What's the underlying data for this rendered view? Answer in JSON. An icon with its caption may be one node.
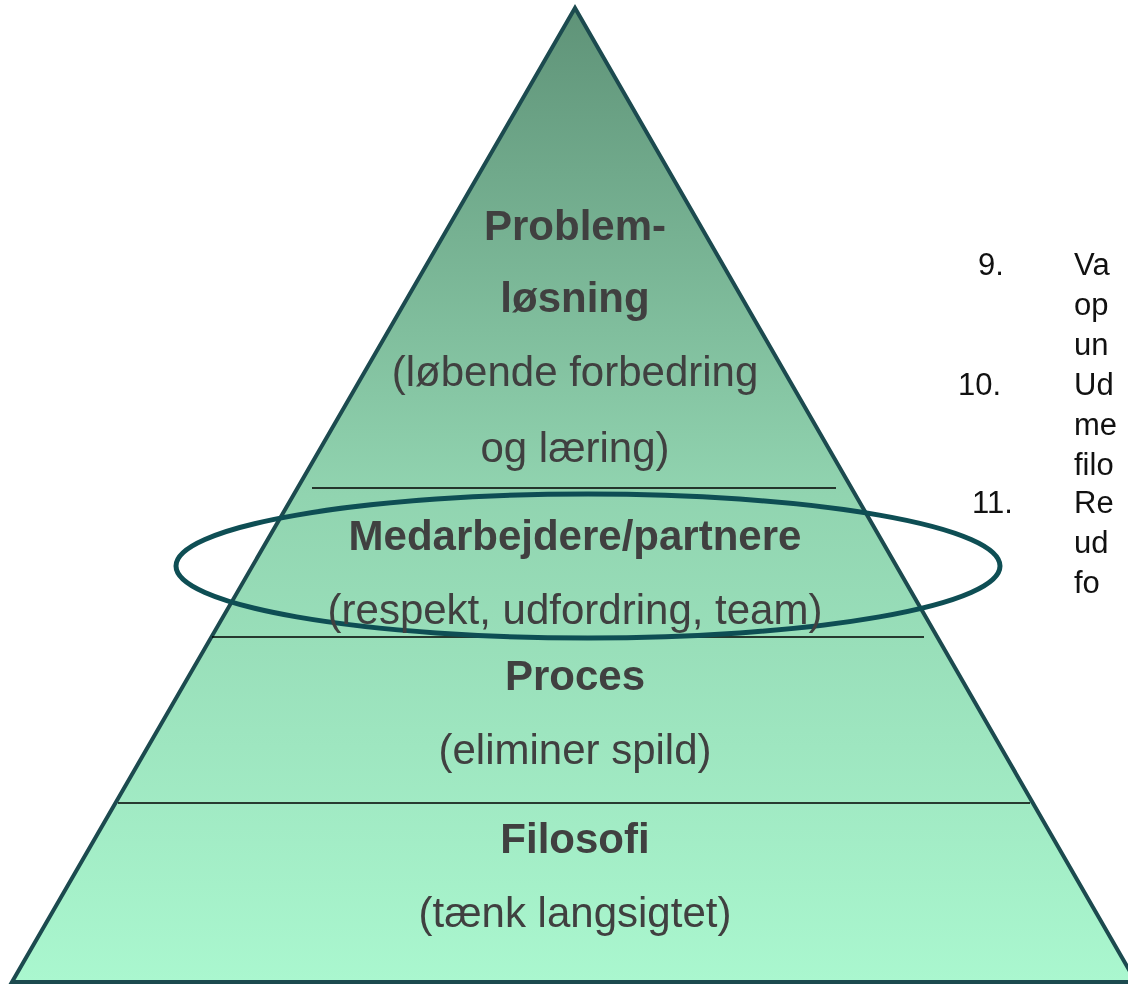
{
  "diagram": {
    "nodes": [
      {
        "text": [
          "Problem- løsning",
          "(løbende forbedring og læring)"
        ]
      },
      {
        "text": [
          "Medarbejdere/partnere",
          "(respekt, udfordring, team)"
        ]
      },
      {
        "text": [
          "Proces",
          "(eliminer spild)"
        ]
      },
      {
        "text": [
          "Filosofi",
          "(tænk langsigtet)"
        ]
      }
    ],
    "labels": [
      "9.",
      "Va op un",
      "10.",
      "Ud me filo",
      "11.",
      "Re ud fo"
    ]
  }
}
